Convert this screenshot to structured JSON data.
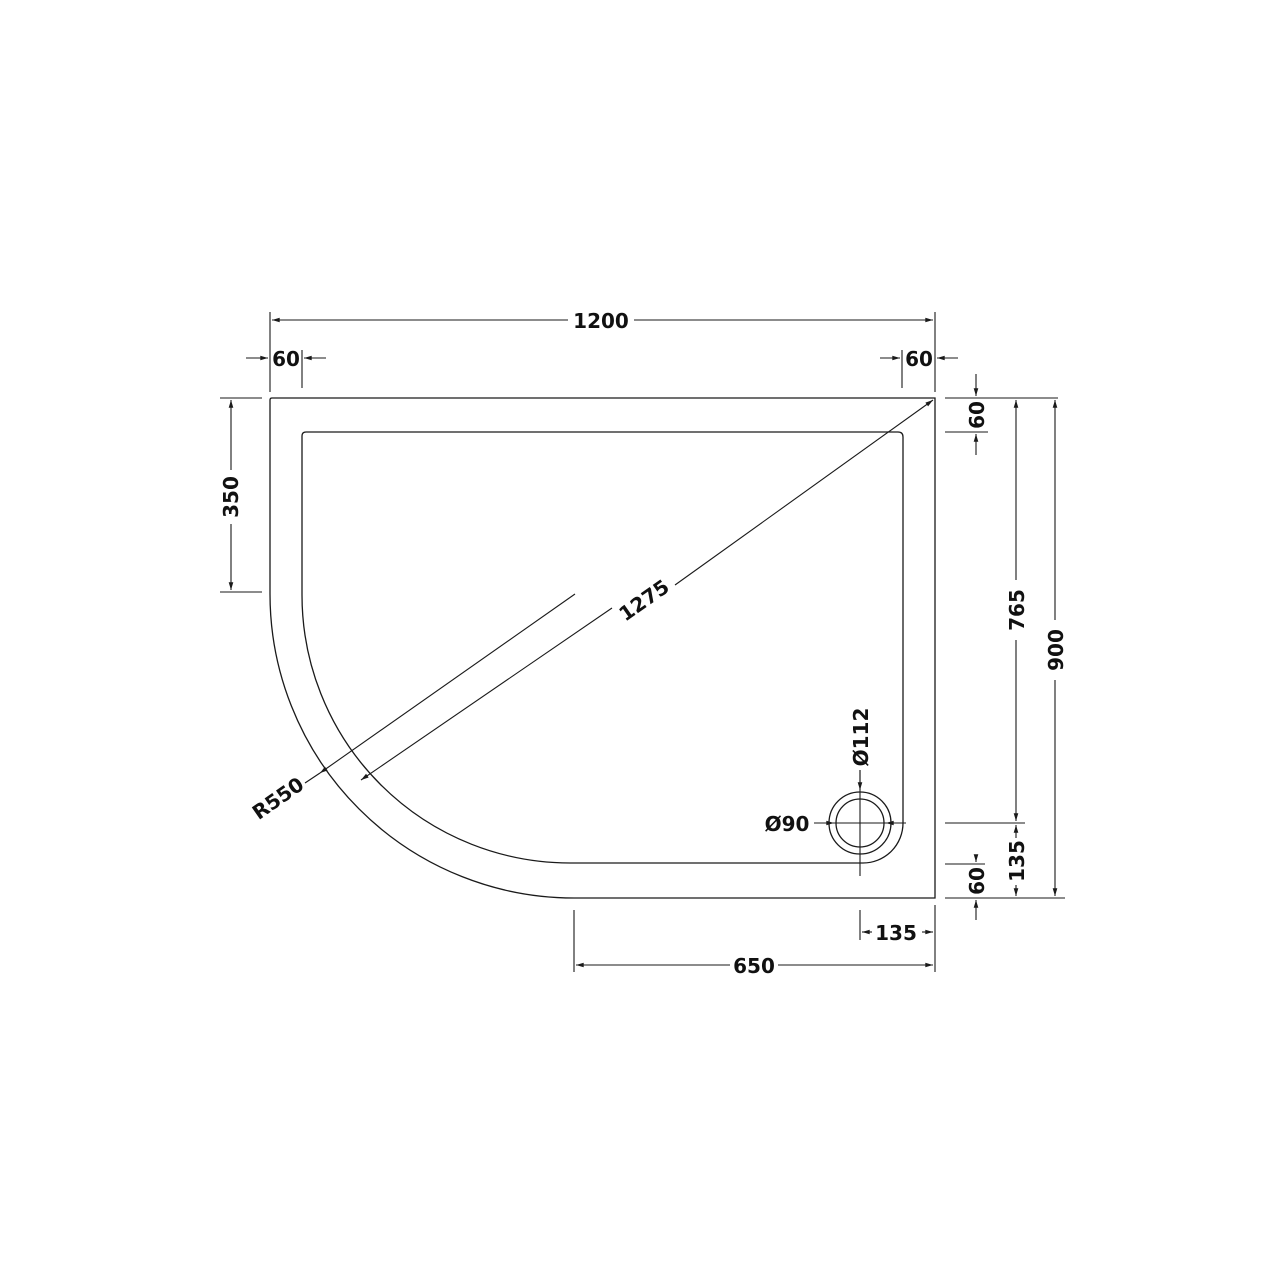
{
  "diagram": {
    "type": "technical-drawing",
    "subject": "offset quadrant shower tray, left-hand",
    "line_color": "#1a1a1a",
    "background": "#ffffff"
  },
  "dimensions": {
    "overall_width": "1200",
    "left_rim": "60",
    "right_rim": "60",
    "top_rim": "60",
    "straight_left_edge": "350",
    "diagonal": "1275",
    "radius": "R550",
    "inner_height": "765",
    "overall_depth": "900",
    "waste_offset_vertical": "135",
    "bottom_rim": "60",
    "waste_offset_horizontal": "135",
    "straight_bottom_edge": "650",
    "waste_outer_diameter": "Ø112",
    "waste_inner_diameter": "Ø90"
  }
}
